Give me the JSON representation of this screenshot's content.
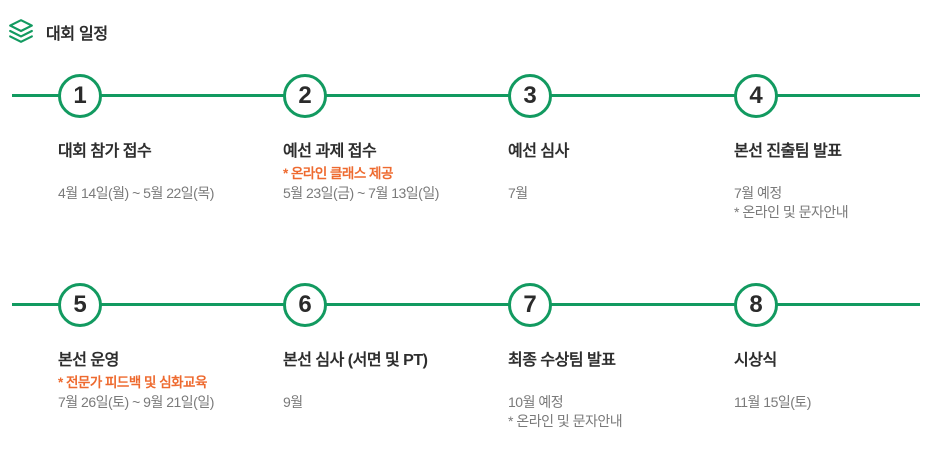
{
  "page": {
    "title": "대회 일정"
  },
  "colors": {
    "accent_green": "#129a60",
    "note_orange": "#ee6a2f",
    "title_dark": "#2d2d2d",
    "date_gray": "#7a7a7a"
  },
  "timeline": {
    "rows": [
      {
        "steps": [
          {
            "number": "1",
            "title": "대회 참가 접수",
            "note": "",
            "dates": [
              "4월 14일(월) ~ 5월 22일(목)"
            ]
          },
          {
            "number": "2",
            "title": "예선 과제 접수",
            "note": "* 온라인 클래스 제공",
            "dates": [
              "5월 23일(금) ~ 7월 13일(일)"
            ]
          },
          {
            "number": "3",
            "title": "예선 심사",
            "note": "",
            "dates": [
              "7월"
            ]
          },
          {
            "number": "4",
            "title": "본선 진출팀 발표",
            "note": "",
            "dates": [
              "7월 예정",
              "* 온라인 및 문자안내"
            ]
          }
        ]
      },
      {
        "steps": [
          {
            "number": "5",
            "title": "본선 운영",
            "note": "* 전문가 피드백 및 심화교육",
            "dates": [
              "7월 26일(토) ~ 9월 21일(일)"
            ]
          },
          {
            "number": "6",
            "title": "본선 심사 (서면 및 PT)",
            "note": "",
            "dates": [
              "9월"
            ]
          },
          {
            "number": "7",
            "title": "최종 수상팀 발표",
            "note": "",
            "dates": [
              "10월 예정",
              "* 온라인 및 문자안내"
            ]
          },
          {
            "number": "8",
            "title": "시상식",
            "note": "",
            "dates": [
              "11월 15일(토)"
            ]
          }
        ]
      }
    ]
  }
}
